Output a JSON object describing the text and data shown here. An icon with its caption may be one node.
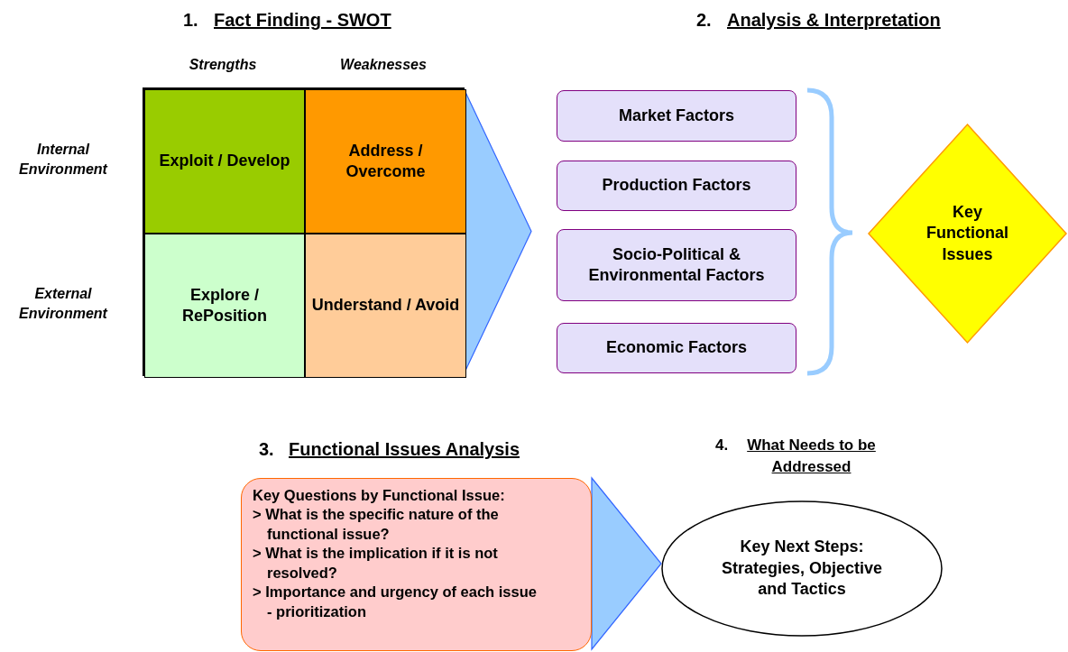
{
  "diagram": {
    "nodes": [
      {
        "text": [],
        "shape": "box"
      },
      {
        "text": [
          "Exploit / Develop"
        ],
        "in": 0
      },
      {
        "text": [
          "Address / Overcome"
        ],
        "in": 0
      },
      {
        "text": [
          "Explore / RePosition"
        ],
        "in": 0
      },
      {
        "text": [
          "Understand / Avoid"
        ],
        "in": 0
      },
      {
        "text": [
          "Market Factors"
        ]
      },
      {
        "text": [
          "Production Factors"
        ]
      },
      {
        "text": [
          "Socio-Political & Environmental Factors"
        ]
      },
      {
        "text": [
          "Economic Factors"
        ]
      },
      {
        "text": [
          "Key Functional Issues"
        ]
      },
      {
        "text": [
          "Key Questions by Functional Issue:",
          "> What is the specific nature of the functional issue?",
          "> What is the implication if it is not resolved?",
          "> Importance and urgency of each issue - prioritization"
        ]
      },
      {
        "text": [
          "Key Next Steps: Strategies, Objective and Tactics"
        ]
      }
    ],
    "edges": [
      {
        "from": 0,
        "to": null,
        "arrow": "to"
      },
      {
        "from": 10,
        "to": 11,
        "arrow": "to"
      }
    ],
    "labels": [
      "1.",
      "Fact Finding - SWOT",
      "2.",
      "Analysis & Interpretation",
      "Strengths",
      "Weaknesses",
      "Internal Environment",
      "External Environment",
      "3.",
      "Functional Issues Analysis",
      "4.",
      "What Needs to be Addressed"
    ]
  }
}
